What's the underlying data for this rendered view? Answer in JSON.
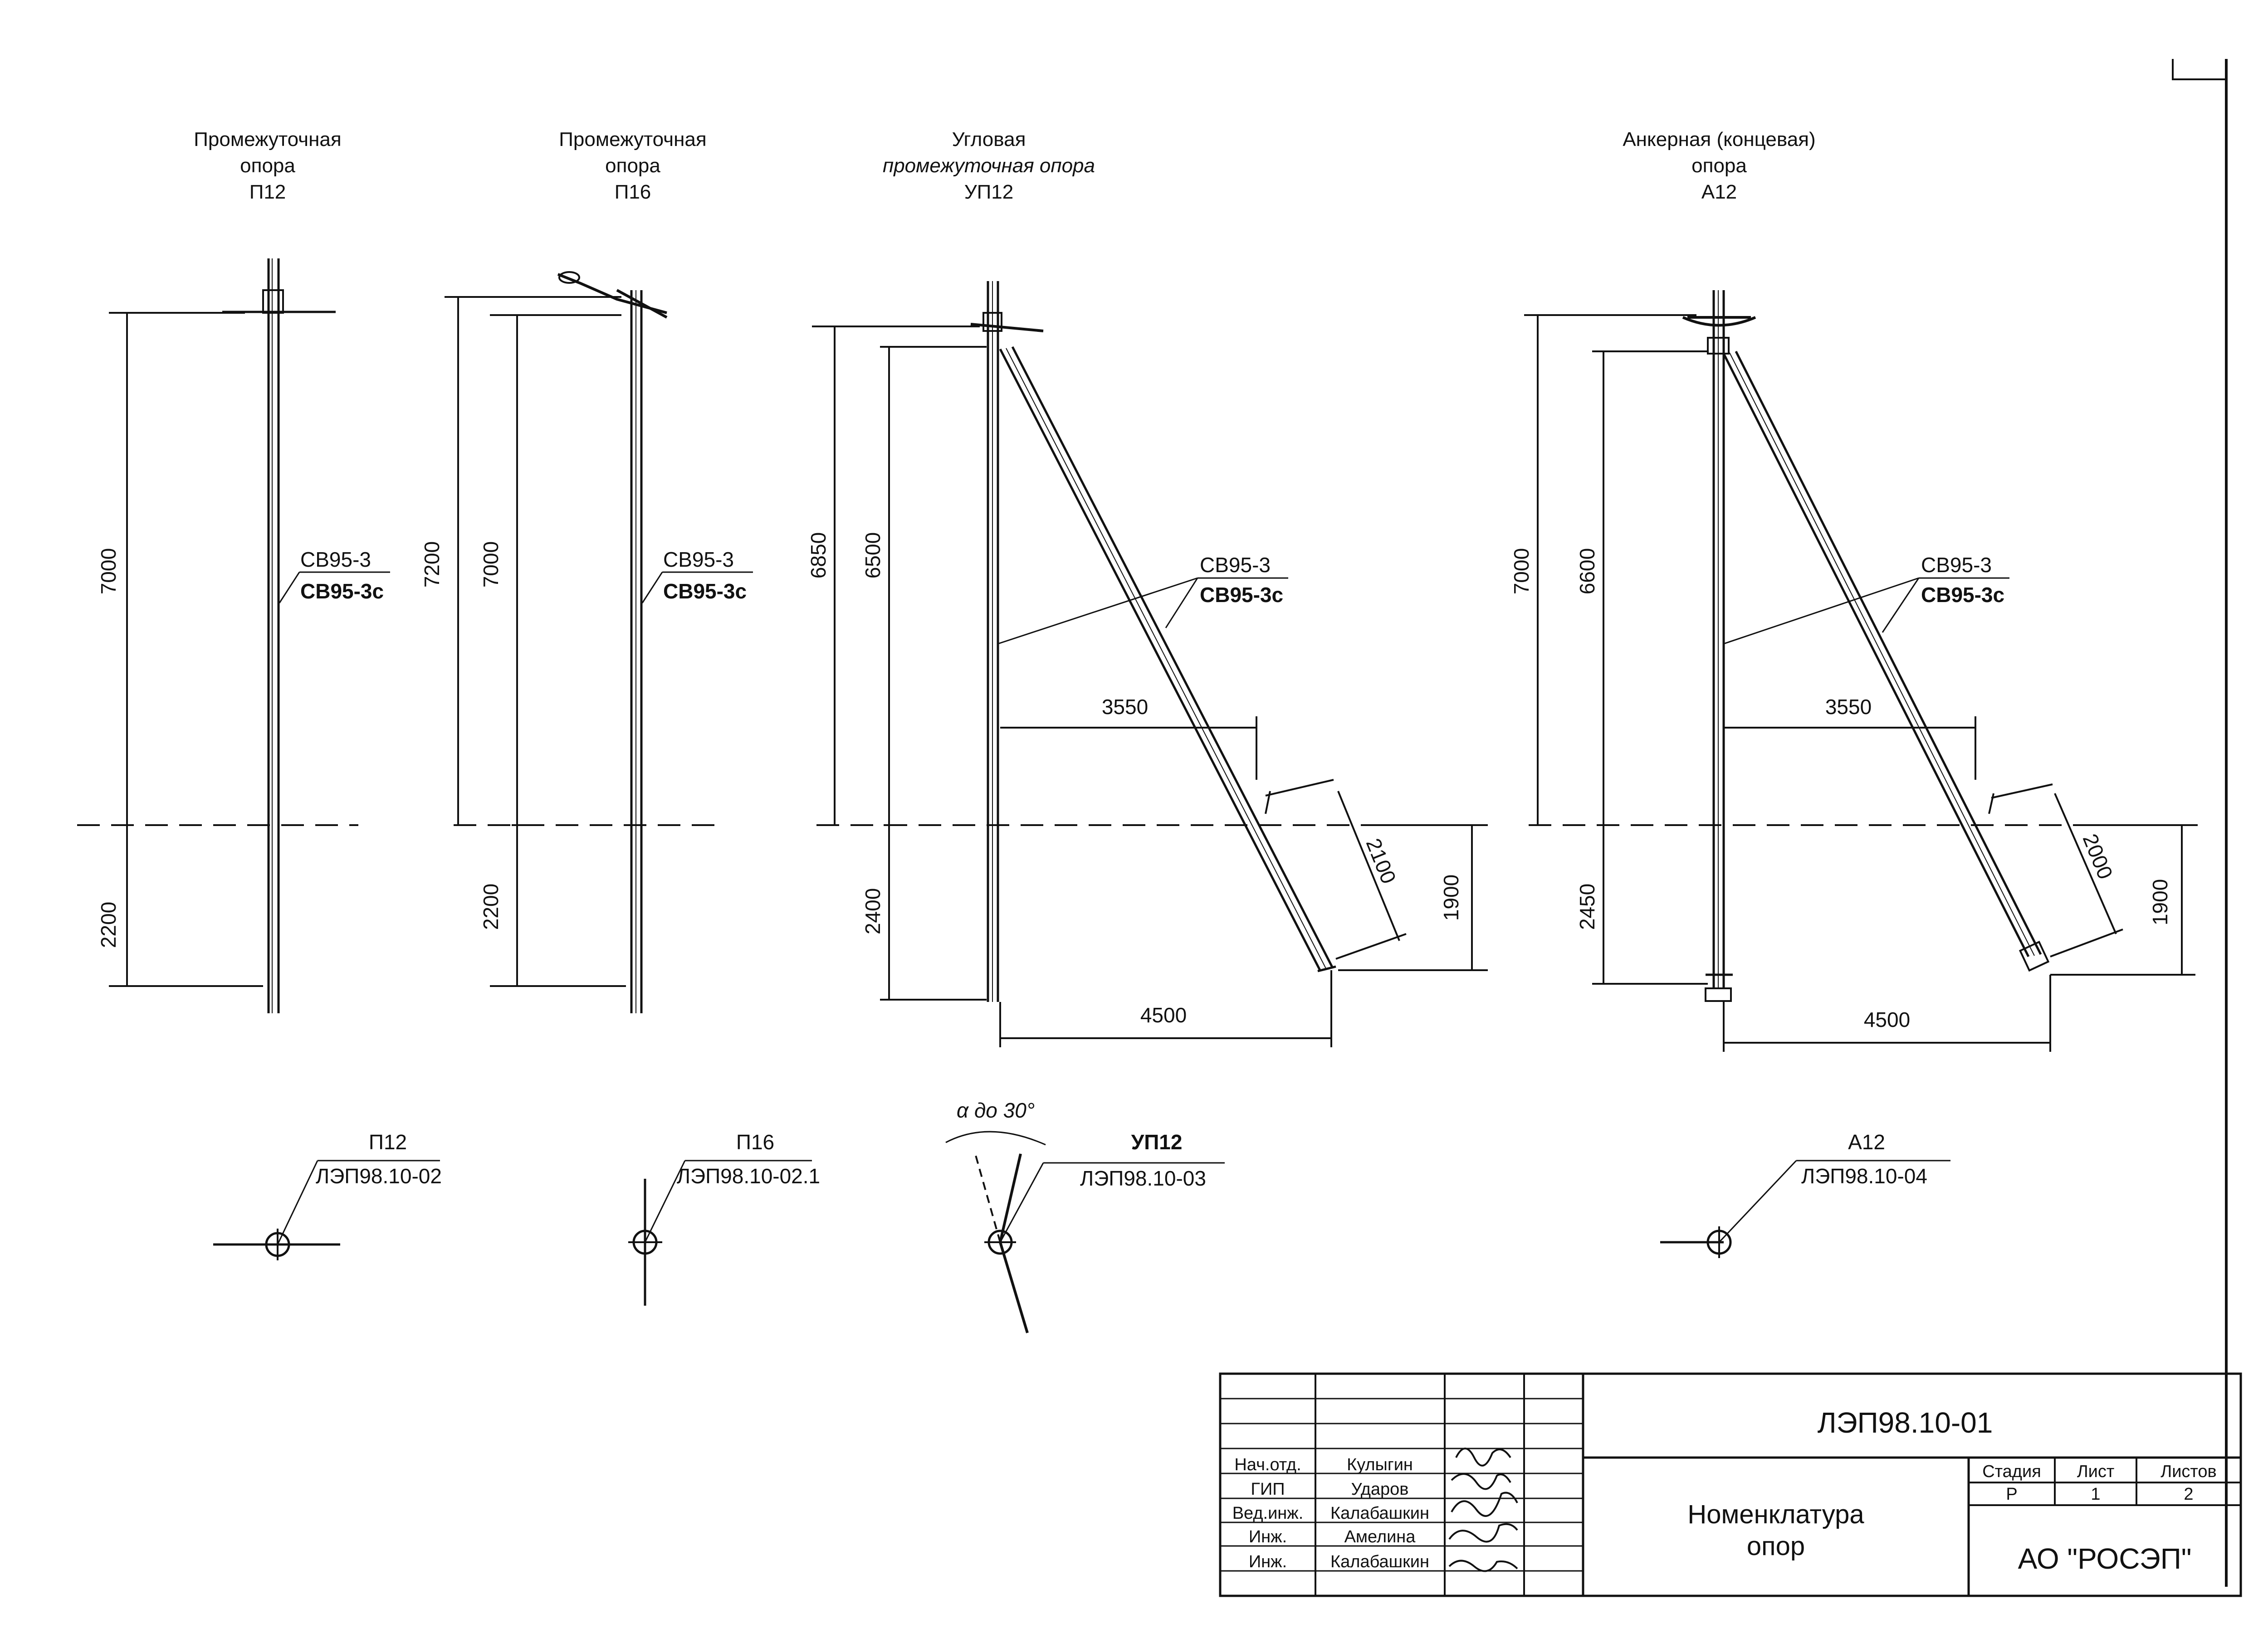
{
  "supports": [
    {
      "title_lines": [
        "Промежуточная",
        "опора",
        "П12"
      ],
      "dimensions": {
        "height_above": "7000",
        "depth": "2200"
      },
      "wire_label_top": "СВ95-3",
      "wire_label_bottom": "СВ95-3с",
      "plan_code": "П12",
      "plan_doc": "ЛЭП98.10-02"
    },
    {
      "title_lines": [
        "Промежуточная",
        "опора",
        "П16"
      ],
      "dimensions": {
        "total": "7200",
        "height_above": "7000",
        "depth": "2200"
      },
      "wire_label_top": "СВ95-3",
      "wire_label_bottom": "СВ95-3с",
      "plan_code": "П16",
      "plan_doc": "ЛЭП98.10-02.1"
    },
    {
      "title_lines": [
        "Угловая",
        "промежуточная опора",
        "УП12"
      ],
      "dimensions": {
        "total": "6850",
        "height_above": "6500",
        "depth": "2400",
        "brace_offset": "3550",
        "brace_depth": "2100",
        "brace_vertical": "1900",
        "base": "4500"
      },
      "wire_label_top": "СВ95-3",
      "wire_label_bottom": "СВ95-3с",
      "plan_code": "УП12",
      "plan_doc": "ЛЭП98.10-03",
      "angle_note": "α до 30°"
    },
    {
      "title_lines": [
        "Анкерная (концевая)",
        "опора",
        "А12"
      ],
      "dimensions": {
        "total": "7000",
        "height_above": "6600",
        "depth": "2450",
        "brace_offset": "3550",
        "brace_depth": "2000",
        "brace_vertical": "1900",
        "base": "4500"
      },
      "wire_label_top": "СВ95-3",
      "wire_label_bottom": "СВ95-3с",
      "plan_code": "А12",
      "plan_doc": "ЛЭП98.10-04"
    }
  ],
  "title_block": {
    "doc_code": "ЛЭП98.10-01",
    "title_lines": [
      "Номенклатура",
      "опор"
    ],
    "stage_header": "Стадия",
    "sheet_header": "Лист",
    "sheets_header": "Листов",
    "stage": "Р",
    "sheet": "1",
    "sheets": "2",
    "organization": "АО \"РОСЭП\"",
    "staff": [
      {
        "role": "Нач.отд.",
        "name": "Кулыгин"
      },
      {
        "role": "ГИП",
        "name": "Ударов"
      },
      {
        "role": "Вед.инж.",
        "name": "Калабашкин"
      },
      {
        "role": "Инж.",
        "name": "Амелина"
      },
      {
        "role": "Инж.",
        "name": "Калабашкин"
      }
    ]
  }
}
